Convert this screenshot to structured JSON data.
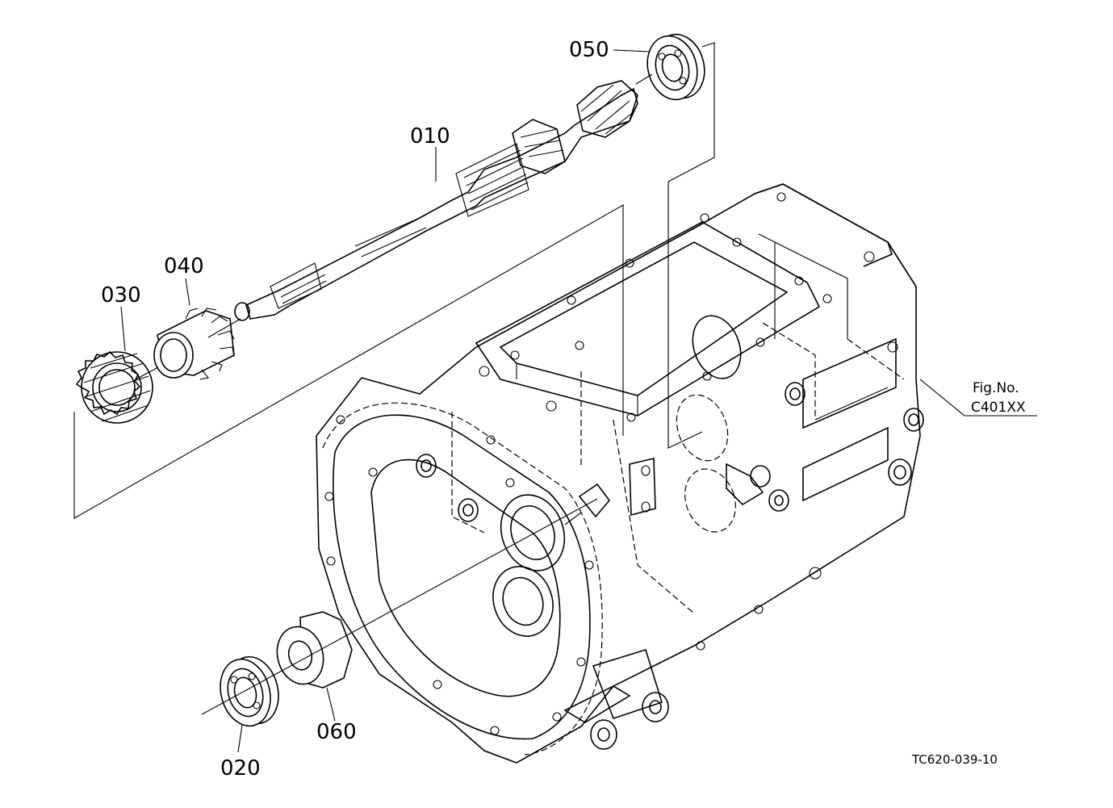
{
  "diagram": {
    "parts": [
      {
        "id": "010",
        "name": "shaft"
      },
      {
        "id": "020",
        "name": "bearing"
      },
      {
        "id": "030",
        "name": "helical-gear"
      },
      {
        "id": "040",
        "name": "spur-gear"
      },
      {
        "id": "050",
        "name": "bearing"
      },
      {
        "id": "060",
        "name": "collar"
      }
    ],
    "fig_ref": {
      "line1": "Fig.No.",
      "line2": "C401XX"
    },
    "drawing_code": "TC620-039-10"
  }
}
